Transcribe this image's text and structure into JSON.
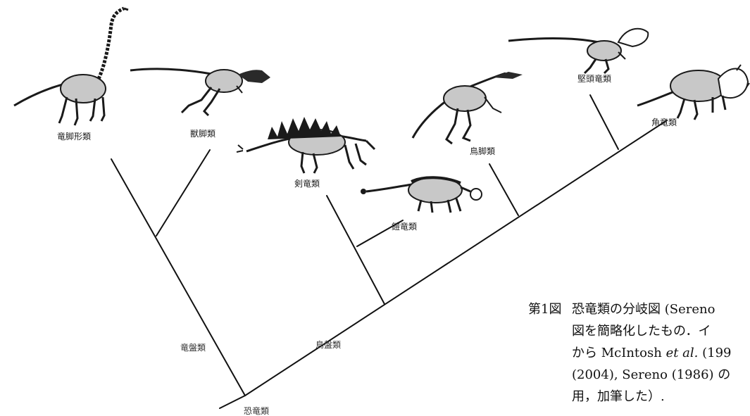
{
  "figure": {
    "groups": {
      "sauropodomorpha": "竜脚形類",
      "theropoda": "獣脚類",
      "stegosauria": "剣竜類",
      "ankylosauria": "鎧竜類",
      "ornithopoda": "鳥脚類",
      "pachycephalosauria": "堅頭竜類",
      "ceratopsia": "角竜類"
    },
    "clades": {
      "saurischia": "竜盤類",
      "ornithischia": "鳥盤類",
      "dinosauria": "恐竜類"
    }
  },
  "caption": {
    "figure_number": "第1図",
    "line1": "恐竜類の分岐図 (Sereno",
    "line2": "図を簡略化したもの．イ",
    "line3_prefix": "から McIntosh ",
    "line3_etal": "et al.",
    "line3_suffix": " (199",
    "line4": "(2004), Sereno (1986) の",
    "line5": "用，加筆した）."
  },
  "colors": {
    "branch_line": "#111111",
    "skeleton_dark": "#1a1a1a",
    "skeleton_light": "#bdbdbd"
  }
}
